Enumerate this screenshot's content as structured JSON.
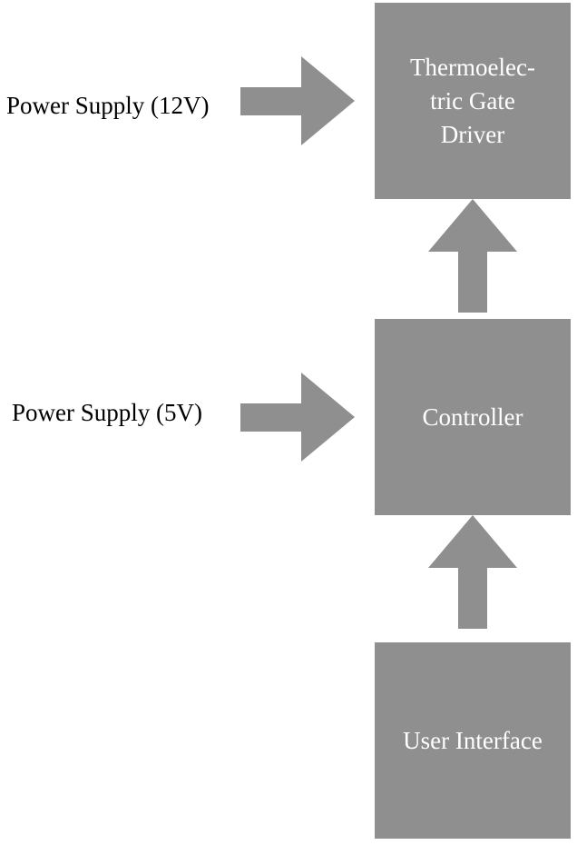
{
  "blocks": {
    "driver": {
      "lines": [
        "Thermoelec-",
        "tric Gate",
        "Driver"
      ]
    },
    "controller": {
      "label": "Controller"
    },
    "user_interface": {
      "label": "User Interface"
    }
  },
  "inputs": {
    "supply_12v": "Power Supply (12V)",
    "supply_5v": "Power Supply (5V)"
  },
  "colors": {
    "block_fill": "#8f8f8f",
    "arrow_fill": "#8f8f8f",
    "block_text": "#ffffff",
    "label_text": "#000000"
  }
}
